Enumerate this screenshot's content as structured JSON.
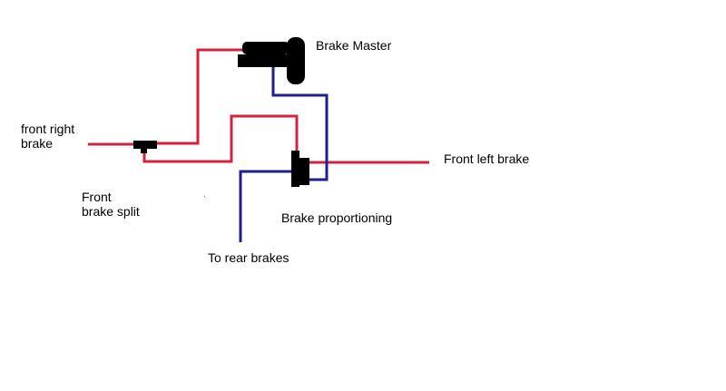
{
  "colors": {
    "background": "#ffffff",
    "red_line": "#d4213d",
    "blue_line": "#1f1f8f",
    "component": "#000000"
  },
  "labels": {
    "brake_master": "Brake Master",
    "front_right_brake": [
      "front right",
      "brake"
    ],
    "front_brake_split": [
      "Front",
      "brake split"
    ],
    "front_left_brake": "Front left brake",
    "brake_proportioning": "Brake proportioning",
    "to_rear_brakes": "To rear brakes"
  }
}
